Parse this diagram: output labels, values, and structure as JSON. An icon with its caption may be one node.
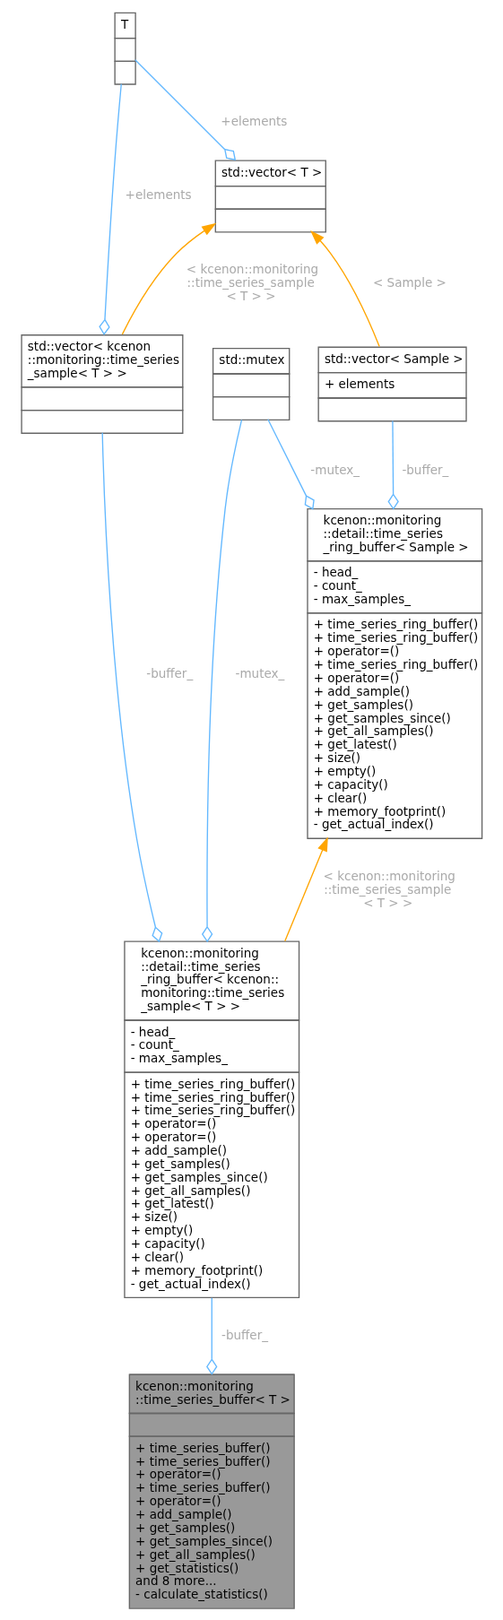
{
  "diagram": {
    "nodes": [
      {
        "text": [
          "T"
        ]
      },
      {
        "text": [
          "std::vector< T >"
        ]
      },
      {
        "text": [
          "std::mutex"
        ]
      },
      {
        "text": [
          "std::vector< Sample >",
          "+ elements"
        ]
      },
      {
        "text": [
          "std::vector< kcenon ::monitoring::time_series _sample< T > >"
        ]
      },
      {
        "text": [
          "kcenon::monitoring ::detail::time_series _ring_buffer< Sample >",
          "- head_",
          "- count_",
          "- max_samples_",
          "+ time_series_ring_buffer()",
          "+ time_series_ring_buffer()",
          "+ operator=()",
          "+ time_series_ring_buffer()",
          "+ operator=()",
          "+ add_sample()",
          "+ get_samples()",
          "+ get_samples_since()",
          "+ get_all_samples()",
          "+ get_latest()",
          "+ size()",
          "+ empty()",
          "+ capacity()",
          "+ clear()",
          "+ memory_footprint()",
          "- get_actual_index()"
        ]
      },
      {
        "text": [
          "kcenon::monitoring ::detail::time_series _ring_buffer< kcenon:: monitoring::time_series _sample< T > >",
          "- head_",
          "- count_",
          "- max_samples_",
          "+ time_series_ring_buffer()",
          "+ time_series_ring_buffer()",
          "+ time_series_ring_buffer()",
          "+ operator=()",
          "+ operator=()",
          "+ add_sample()",
          "+ get_samples()",
          "+ get_samples_since()",
          "+ get_all_samples()",
          "+ get_latest()",
          "+ size()",
          "+ empty()",
          "+ capacity()",
          "+ clear()",
          "+ memory_footprint()",
          "- get_actual_index()"
        ]
      },
      {
        "text": [
          "kcenon::monitoring ::time_series_buffer< T >",
          "+ time_series_buffer()",
          "+ time_series_buffer()",
          "+ operator=()",
          "+ time_series_buffer()",
          "+ operator=()",
          "+ add_sample()",
          "+ get_samples()",
          "+ get_samples_since()",
          "+ get_all_samples()",
          "+ get_statistics()",
          "and 8 more...",
          "- calculate_statistics()"
        ]
      }
    ],
    "edges": [
      {
        "from": 1,
        "to": 0,
        "arrow": "other",
        "label": "+elements"
      },
      {
        "from": 4,
        "to": 0,
        "arrow": "other",
        "label": "+elements"
      },
      {
        "from": 3,
        "to": 1,
        "arrow": "to",
        "label": "< Sample >",
        "color": "#ffa500"
      },
      {
        "from": 4,
        "to": 1,
        "arrow": "to",
        "label": "< kcenon::monitoring ::time_series_sample < T > >",
        "color": "#ffa500"
      },
      {
        "from": 5,
        "to": 2,
        "arrow": "other",
        "label": "-mutex_"
      },
      {
        "from": 5,
        "to": 3,
        "arrow": "other",
        "label": "-buffer_"
      },
      {
        "from": 6,
        "to": 2,
        "arrow": "other",
        "label": "-mutex_"
      },
      {
        "from": 6,
        "to": 4,
        "arrow": "other",
        "label": "-buffer_"
      },
      {
        "from": 6,
        "to": 5,
        "arrow": "to",
        "label": "< kcenon::monitoring ::time_series_sample < T > >",
        "color": "#ffa500"
      },
      {
        "from": 7,
        "to": 6,
        "arrow": "other",
        "label": "-buffer_"
      }
    ]
  }
}
